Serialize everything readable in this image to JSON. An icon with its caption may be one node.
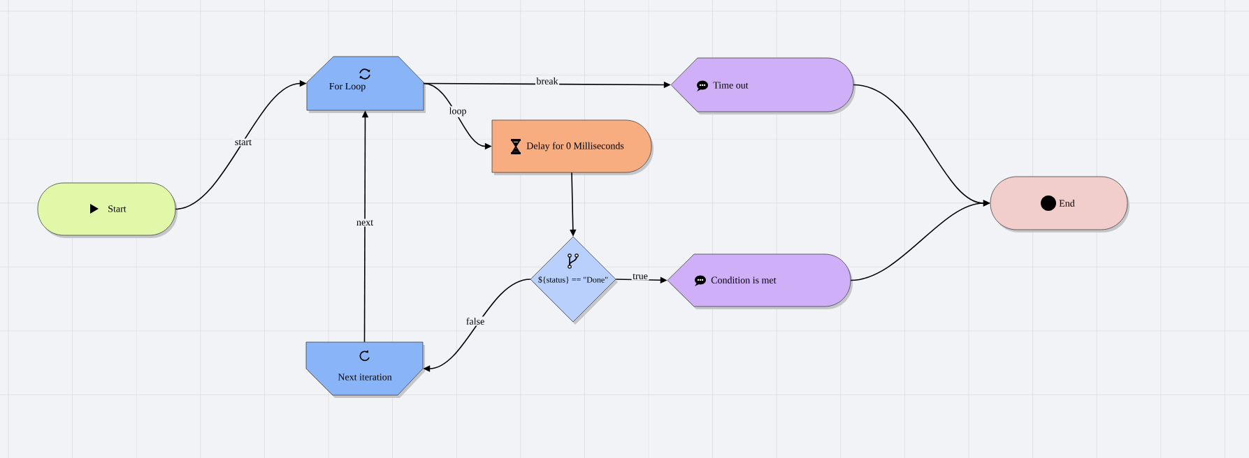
{
  "diagram": {
    "nodes": [
      {
        "text": [
          "Start"
        ]
      },
      {
        "text": [
          "For Loop"
        ]
      },
      {
        "text": [
          "Time out"
        ]
      },
      {
        "text": [
          "Delay for 0 Milliseconds"
        ]
      },
      {
        "text": [
          "${status} == \"Done\""
        ]
      },
      {
        "text": [
          "Condition is met"
        ]
      },
      {
        "text": [
          "End"
        ]
      },
      {
        "text": [
          "Next iteration"
        ]
      }
    ],
    "edges": [
      {
        "from": 0,
        "to": 1,
        "arrow": "to",
        "label": "start"
      },
      {
        "from": 1,
        "to": 2,
        "arrow": "to",
        "label": "break"
      },
      {
        "from": 1,
        "to": 3,
        "arrow": "to",
        "label": "loop"
      },
      {
        "from": 3,
        "to": 4,
        "arrow": "to"
      },
      {
        "from": 4,
        "to": 5,
        "arrow": "to",
        "label": "true"
      },
      {
        "from": 4,
        "to": 7,
        "arrow": "to",
        "label": "false"
      },
      {
        "from": 7,
        "to": 1,
        "arrow": "to",
        "label": "next"
      },
      {
        "from": 2,
        "to": 6,
        "arrow": "to"
      },
      {
        "from": 5,
        "to": 6,
        "arrow": "to"
      }
    ]
  }
}
